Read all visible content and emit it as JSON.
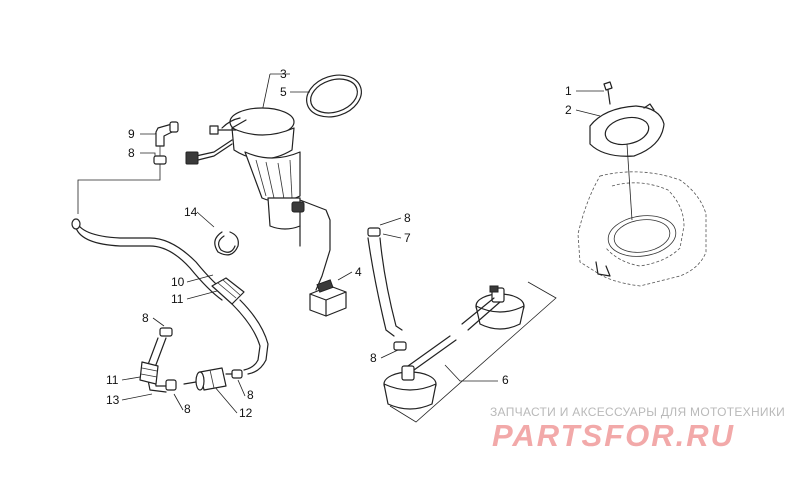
{
  "diagram": {
    "callouts": [
      {
        "id": "c1",
        "text": "1"
      },
      {
        "id": "c2",
        "text": "2"
      },
      {
        "id": "c3",
        "text": "3"
      },
      {
        "id": "c4",
        "text": "4"
      },
      {
        "id": "c5",
        "text": "5"
      },
      {
        "id": "c6",
        "text": "6"
      },
      {
        "id": "c7",
        "text": "7"
      },
      {
        "id": "c8a",
        "text": "8"
      },
      {
        "id": "c8b",
        "text": "8"
      },
      {
        "id": "c8c",
        "text": "8"
      },
      {
        "id": "c8d",
        "text": "8"
      },
      {
        "id": "c8e",
        "text": "8"
      },
      {
        "id": "c8f",
        "text": "8"
      },
      {
        "id": "c9",
        "text": "9"
      },
      {
        "id": "c10",
        "text": "10"
      },
      {
        "id": "c11a",
        "text": "11"
      },
      {
        "id": "c11b",
        "text": "11"
      },
      {
        "id": "c12",
        "text": "12"
      },
      {
        "id": "c13",
        "text": "13"
      },
      {
        "id": "c14",
        "text": "14"
      }
    ]
  },
  "watermark": {
    "caption": "ЗАПЧАСТИ И АКСЕССУАРЫ ДЛЯ МОТОТЕХНИКИ",
    "logo": "PARTSFOR.RU"
  }
}
